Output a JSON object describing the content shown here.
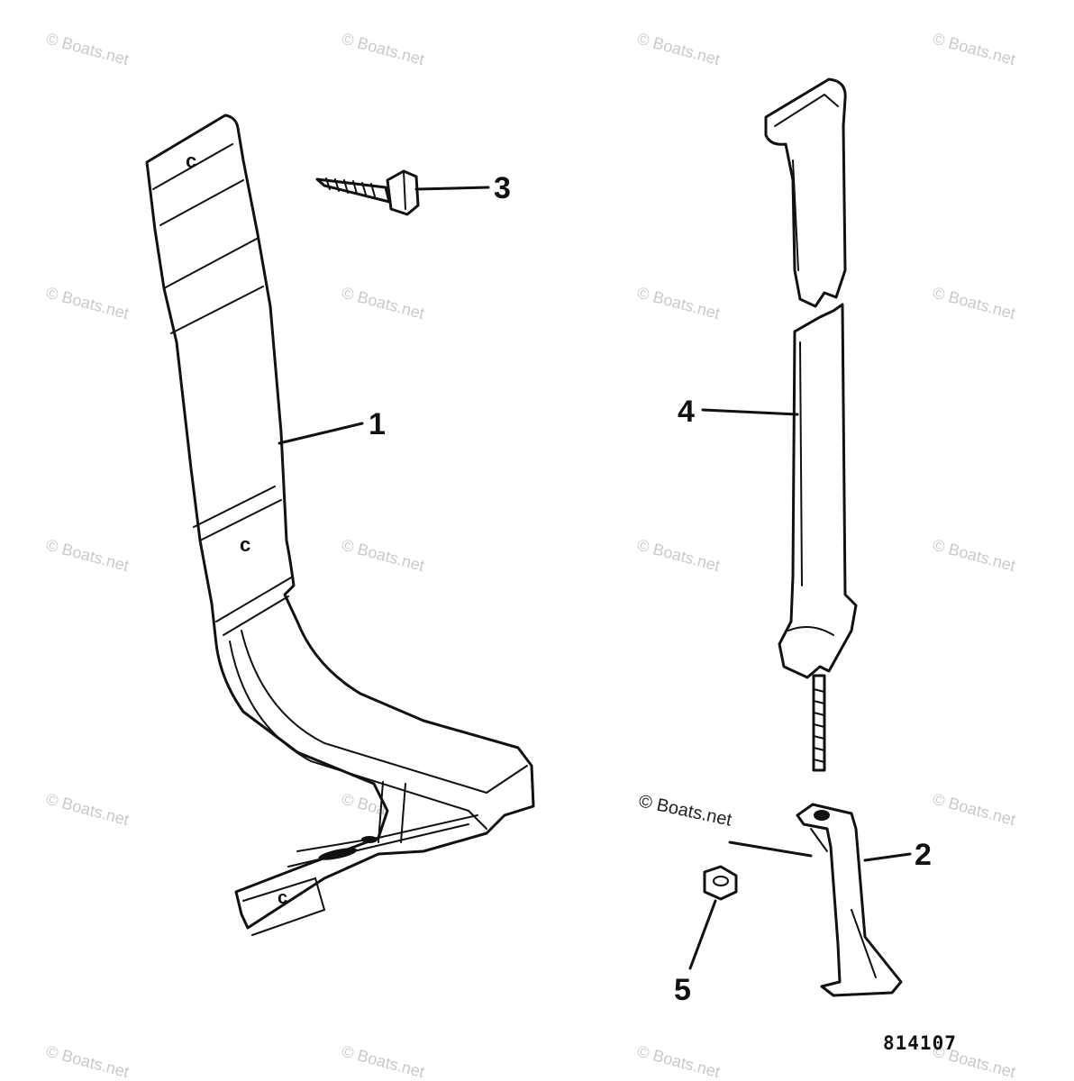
{
  "callouts": {
    "c1": "1",
    "c2": "2",
    "c3": "3",
    "c4": "4",
    "c5": "5"
  },
  "figure_id": "814107",
  "watermark_text": "© Boats.net",
  "center_watermark_text": "© Boats.net",
  "parts": [
    {
      "callout": "1",
      "icon": "tank-support-bracket-icon"
    },
    {
      "callout": "2",
      "icon": "hold-down-clip-icon"
    },
    {
      "callout": "3",
      "icon": "screw-icon"
    },
    {
      "callout": "4",
      "icon": "hold-down-strap-icon"
    },
    {
      "callout": "5",
      "icon": "hex-nut-icon"
    }
  ]
}
